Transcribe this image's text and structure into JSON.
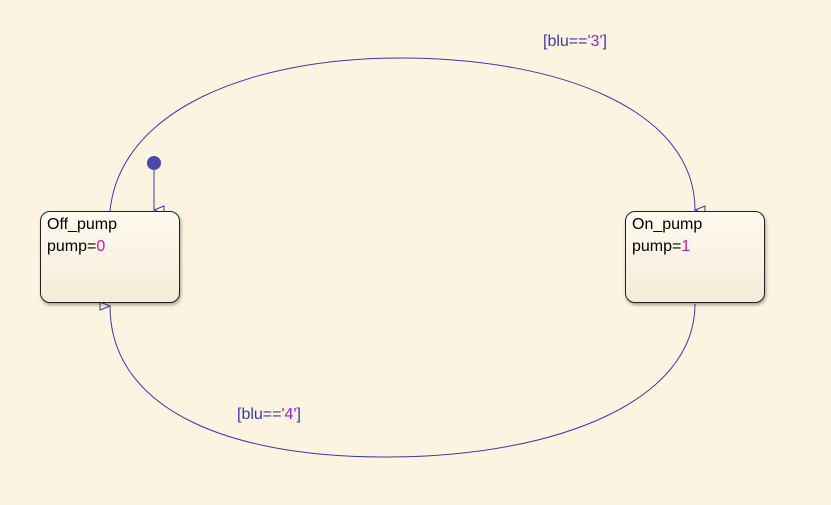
{
  "states": [
    {
      "name": "Off_pump",
      "action_var": "pump=",
      "action_value": "0"
    },
    {
      "name": "On_pump",
      "action_var": "pump=",
      "action_value": "1"
    }
  ],
  "transitions": [
    {
      "guard_prefix": "[blu==",
      "guard_value": "'3'",
      "guard_suffix": "]"
    },
    {
      "guard_prefix": "[blu==",
      "guard_value": "'4'",
      "guard_suffix": "]"
    }
  ],
  "colors": {
    "background": "#fdf3e1",
    "transition_line": "#3a3aa8",
    "default_dot": "#4a4aa8",
    "number_literal": "#c41aa0",
    "string_literal": "#9b22c4"
  }
}
